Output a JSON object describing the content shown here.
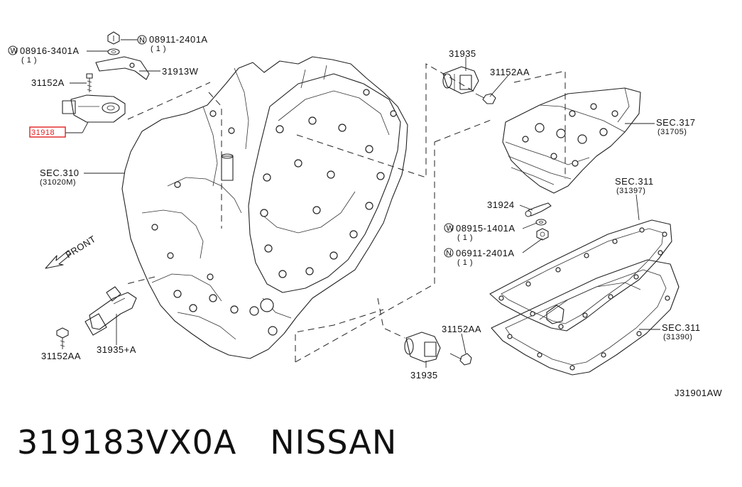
{
  "labels": {
    "w_08916_3401a": "W 08916-3401A",
    "w_08916_3401a_qty": "( 1 )",
    "n_08911_2401a_top": "N 08911-2401A",
    "n_08911_2401a_top_qty": "( 1 )",
    "p31913w": "31913W",
    "p31152a": "31152A",
    "p31918": "31918",
    "sec310": "SEC.310",
    "sec310_ref": "(31020M)",
    "front": "FRONT",
    "p31152aa_left": "31152AA",
    "p31935a": "31935+A",
    "p31935_top": "31935",
    "p31152aa_top": "31152AA",
    "sec317": "SEC.317",
    "sec317_ref": "(31705)",
    "p31924": "31924",
    "w_08915_1401a": "W 08915-1401A",
    "w_08915_1401a_qty": "( 1 )",
    "n_08911_2401a_mid": "N 06911-2401A",
    "n_08911_2401a_mid_qty": "( 1 )",
    "sec311_top": "SEC.311",
    "sec311_top_ref": "(31397)",
    "sec311_bot": "SEC.311",
    "sec311_bot_ref": "(31390)",
    "p31152aa_bottom": "31152AA",
    "p31935_bottom": "31935",
    "drawing_code": "J31901AW"
  },
  "footer": {
    "part_number": "319183VX0A",
    "brand": "NISSAN"
  },
  "colors": {
    "highlight": "#e02020",
    "ink": "#222222"
  }
}
